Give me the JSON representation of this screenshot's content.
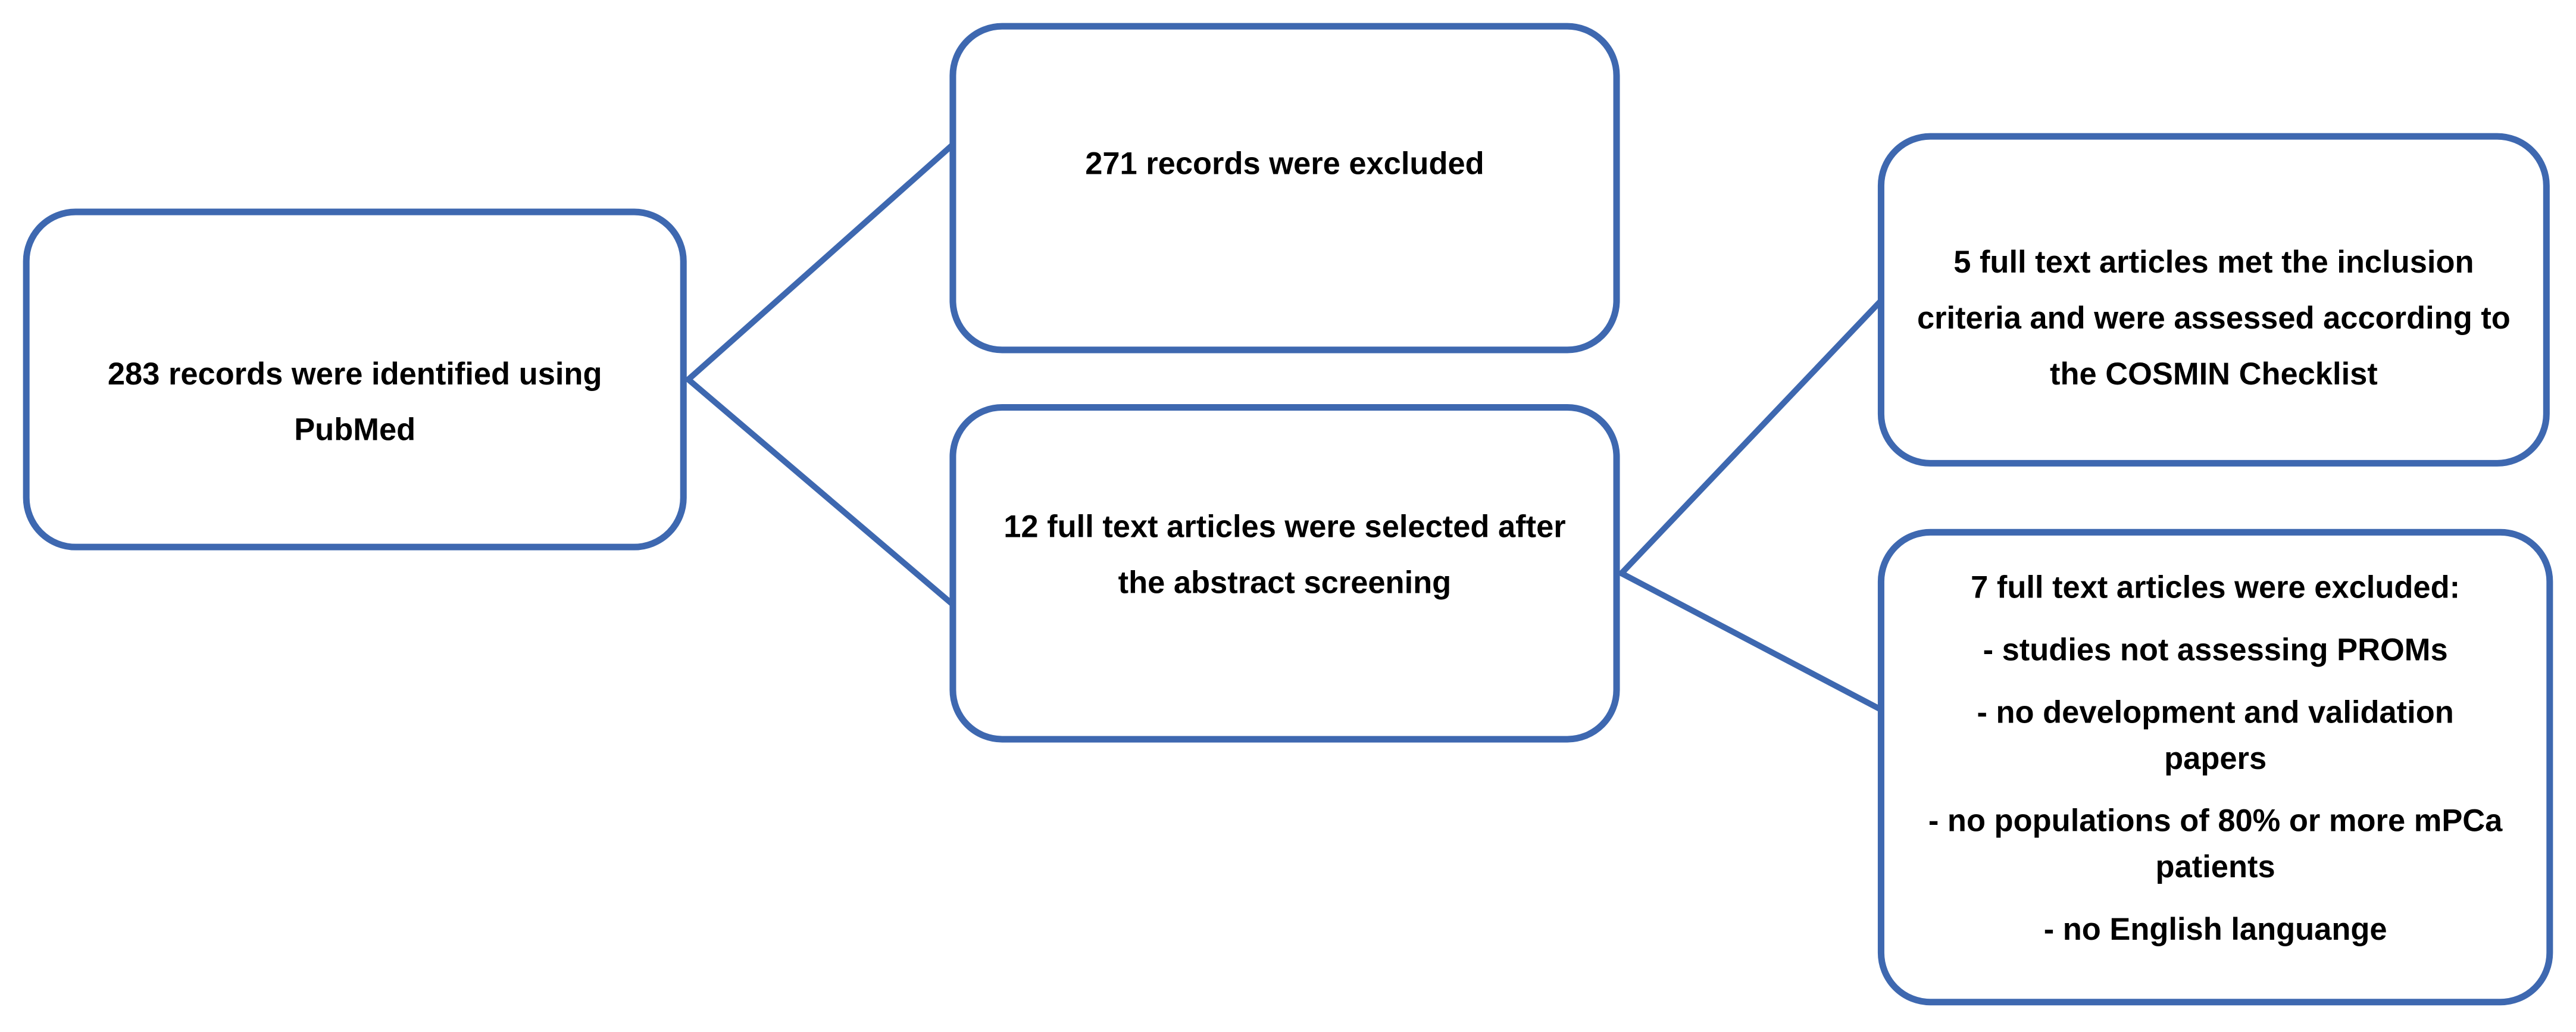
{
  "diagram": {
    "type": "flowchart",
    "colors": {
      "box_border": "#3e68b0",
      "connector": "#3e68b0",
      "text": "#000000",
      "background": "#ffffff"
    },
    "boxes": [
      {
        "id": "records-identified",
        "lines": [
          "283 records were identified using",
          "PubMed"
        ]
      },
      {
        "id": "records-excluded",
        "lines": [
          "271 records were excluded"
        ]
      },
      {
        "id": "fulltext-selected",
        "lines": [
          "12 full text articles were selected after",
          "the abstract screening"
        ]
      },
      {
        "id": "fulltext-included",
        "lines": [
          "5 full text articles met the inclusion",
          "criteria and were assessed according to",
          "the COSMIN Checklist"
        ]
      },
      {
        "id": "fulltext-excluded",
        "heading": "7 full text articles were excluded:",
        "items": [
          {
            "lines": [
              "- studies not assessing PROMs"
            ]
          },
          {
            "lines": [
              "- no development and validation",
              "papers"
            ]
          },
          {
            "lines": [
              "- no populations of 80% or more mPCa",
              "patients"
            ]
          },
          {
            "lines": [
              "- no English languange"
            ]
          }
        ]
      }
    ],
    "connections": [
      {
        "from": "records-identified",
        "to": "records-excluded"
      },
      {
        "from": "records-identified",
        "to": "fulltext-selected"
      },
      {
        "from": "fulltext-selected",
        "to": "fulltext-included"
      },
      {
        "from": "fulltext-selected",
        "to": "fulltext-excluded"
      }
    ]
  }
}
